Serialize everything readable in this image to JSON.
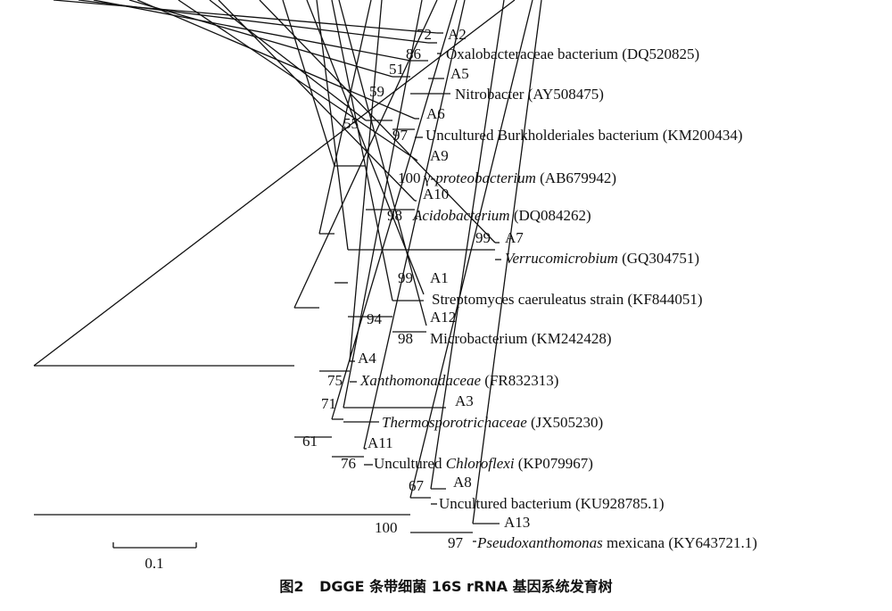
{
  "figure": {
    "caption_number": "图2",
    "caption_text": "DGGE 条带细菌 16S rRNA 基因系统发育树"
  },
  "scale_bar": {
    "label": "0.1"
  },
  "taxa": [
    {
      "id": "A2",
      "parts": [
        {
          "t": "A2"
        }
      ]
    },
    {
      "id": "oxa",
      "parts": [
        {
          "t": "Oxalobacteraceae bacterium (DQ520825)"
        }
      ]
    },
    {
      "id": "A5",
      "parts": [
        {
          "t": "A5"
        }
      ]
    },
    {
      "id": "nit",
      "parts": [
        {
          "t": "Nitrobacter (AY508475)"
        }
      ]
    },
    {
      "id": "A6",
      "parts": [
        {
          "t": "A6"
        }
      ]
    },
    {
      "id": "unb",
      "parts": [
        {
          "t": "Uncultured Burkholderiales bacterium (KM200434)"
        }
      ]
    },
    {
      "id": "A9",
      "parts": [
        {
          "t": "A9"
        }
      ]
    },
    {
      "id": "gam",
      "parts": [
        {
          "t": "γ-"
        },
        {
          "t": "proteobacterium",
          "i": true
        },
        {
          "t": " (AB679942)"
        }
      ]
    },
    {
      "id": "A10",
      "parts": [
        {
          "t": "A10"
        }
      ]
    },
    {
      "id": "aci",
      "parts": [
        {
          "t": "Acidobacterium",
          "i": true
        },
        {
          "t": " (DQ084262)"
        }
      ]
    },
    {
      "id": "A7",
      "parts": [
        {
          "t": "A7"
        }
      ]
    },
    {
      "id": "ver",
      "parts": [
        {
          "t": "Verrucomicrobium",
          "i": true
        },
        {
          "t": " (GQ304751)"
        }
      ]
    },
    {
      "id": "A1",
      "parts": [
        {
          "t": "A1"
        }
      ]
    },
    {
      "id": "str",
      "parts": [
        {
          "t": "Streptomyces caeruleatus strain (KF844051)"
        }
      ]
    },
    {
      "id": "A12",
      "parts": [
        {
          "t": "A12"
        }
      ]
    },
    {
      "id": "mic",
      "parts": [
        {
          "t": "Microbacterium (KM242428)"
        }
      ]
    },
    {
      "id": "A4",
      "parts": [
        {
          "t": "A4"
        }
      ]
    },
    {
      "id": "xan",
      "parts": [
        {
          "t": "Xanthomonadaceae",
          "i": true
        },
        {
          "t": " (FR832313)"
        }
      ]
    },
    {
      "id": "A3",
      "parts": [
        {
          "t": "A3"
        }
      ]
    },
    {
      "id": "the",
      "parts": [
        {
          "t": "Thermosporotrichaceae",
          "i": true
        },
        {
          "t": " (JX505230)"
        }
      ]
    },
    {
      "id": "A11",
      "parts": [
        {
          "t": "A11"
        }
      ]
    },
    {
      "id": "chl",
      "parts": [
        {
          "t": "Uncultured "
        },
        {
          "t": "Chloroflexi",
          "i": true
        },
        {
          "t": " (KP079967)"
        }
      ]
    },
    {
      "id": "A8",
      "parts": [
        {
          "t": "A8"
        }
      ]
    },
    {
      "id": "unc",
      "parts": [
        {
          "t": "Uncultured bacterium (KU928785.1)"
        }
      ]
    },
    {
      "id": "A13",
      "parts": [
        {
          "t": "A13"
        }
      ]
    },
    {
      "id": "pse",
      "parts": [
        {
          "t": "Pseudoxanthomonas",
          "i": true
        },
        {
          "t": " mexicana (KY643721.1)"
        }
      ]
    }
  ],
  "bootstrap": [
    "72",
    "86",
    "51",
    "59",
    "97",
    "55",
    "100",
    "98",
    "99",
    "99",
    "94",
    "98",
    "75",
    "71",
    "61",
    "76",
    "67",
    "100",
    "97"
  ]
}
